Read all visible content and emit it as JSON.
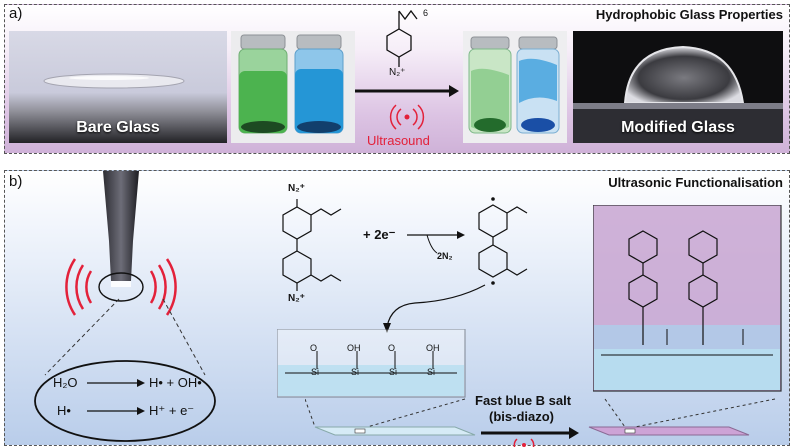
{
  "panel_a": {
    "label": "a)",
    "title": "Hydrophobic Glass Properties",
    "bare_caption": "Bare Glass",
    "modified_caption": "Modified Glass",
    "diazonium_sub": "6",
    "diazonium_group": "N₂⁺",
    "ultrasound_label": "Ultrasound"
  },
  "panel_b": {
    "label": "b)",
    "title": "Ultrasonic Functionalisation",
    "eq1_left": "H₂O",
    "eq1_right": "H• + OH•",
    "eq2_left": "H•",
    "eq2_right": "H⁺ + e⁻",
    "reagent_plus": "+ 2e⁻",
    "reagent_loss": "2N₂",
    "salt_line1": "Fast blue B salt",
    "salt_line2": "(bis-diazo)",
    "n2_top": "N₂⁺",
    "n2_bottom": "N₂⁺",
    "ome": "O",
    "oh": "OH",
    "si": "Si",
    "o": "O"
  },
  "colors": {
    "ultrasound": "#e3213a",
    "panel_a_tint": "#d7bce0",
    "panel_b_tint": "#b9cdea",
    "modified_top": "#c9a6d2",
    "modified_mid": "#a8c7ea"
  }
}
